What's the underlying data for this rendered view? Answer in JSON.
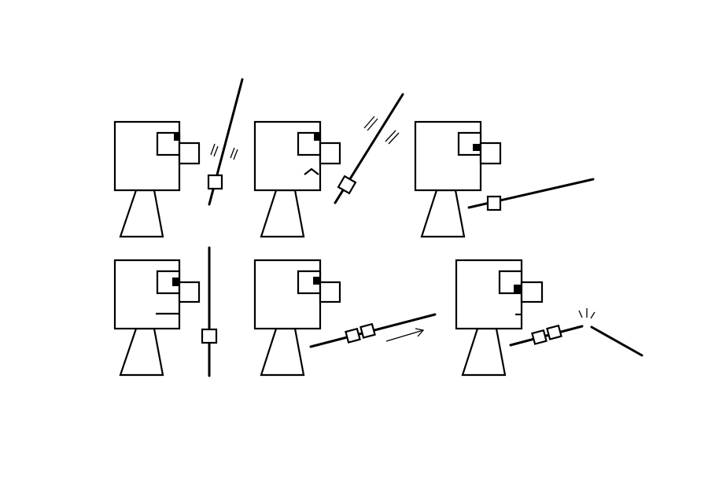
{
  "colors": {
    "ink": "#000000",
    "background": "#ffffff"
  },
  "panels": [
    {
      "id": 1,
      "pole_state": "falling"
    },
    {
      "id": 2,
      "pole_state": "falling"
    },
    {
      "id": 3,
      "pole_state": "tilted"
    },
    {
      "id": 4,
      "pole_state": "upright"
    },
    {
      "id": 5,
      "pole_state": "moving"
    },
    {
      "id": 6,
      "pole_state": "broken"
    }
  ]
}
